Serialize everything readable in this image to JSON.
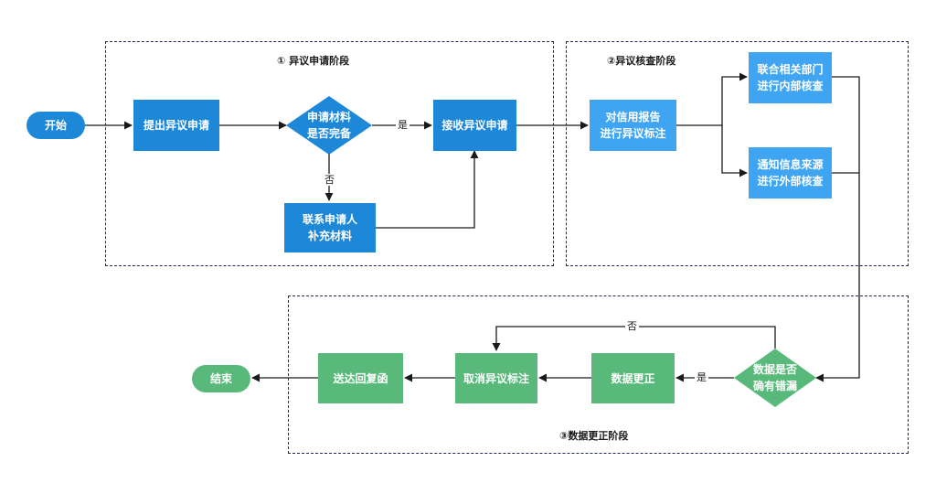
{
  "stages": {
    "stage1": "① 异议申请阶段",
    "stage2": "②异议核查阶段",
    "stage3": "③数据更正阶段"
  },
  "nodes": {
    "start": "开始",
    "submit": "提出异议申请",
    "check_material": "申请材料\n是否完备",
    "receive": "接收异议申请",
    "contact": "联系申请人\n补充材料",
    "mark": "对信用报告\n进行异议标注",
    "internal": "联合相关部门\n进行内部核查",
    "external": "通知信息来源\n进行外部核查",
    "error_check": "数据是否\n确有错漏",
    "correct": "数据更正",
    "cancel_mark": "取消异议标注",
    "reply": "送达回复函",
    "end": "结束"
  },
  "edges": {
    "yes1": "是",
    "no1": "否",
    "yes2": "是",
    "no2": "否"
  },
  "colors": {
    "blue": "#1e88d8",
    "light_blue": "#3fa4f2",
    "green": "#58b97a",
    "border": "#1f2a5a",
    "line": "#1a1a1a"
  }
}
